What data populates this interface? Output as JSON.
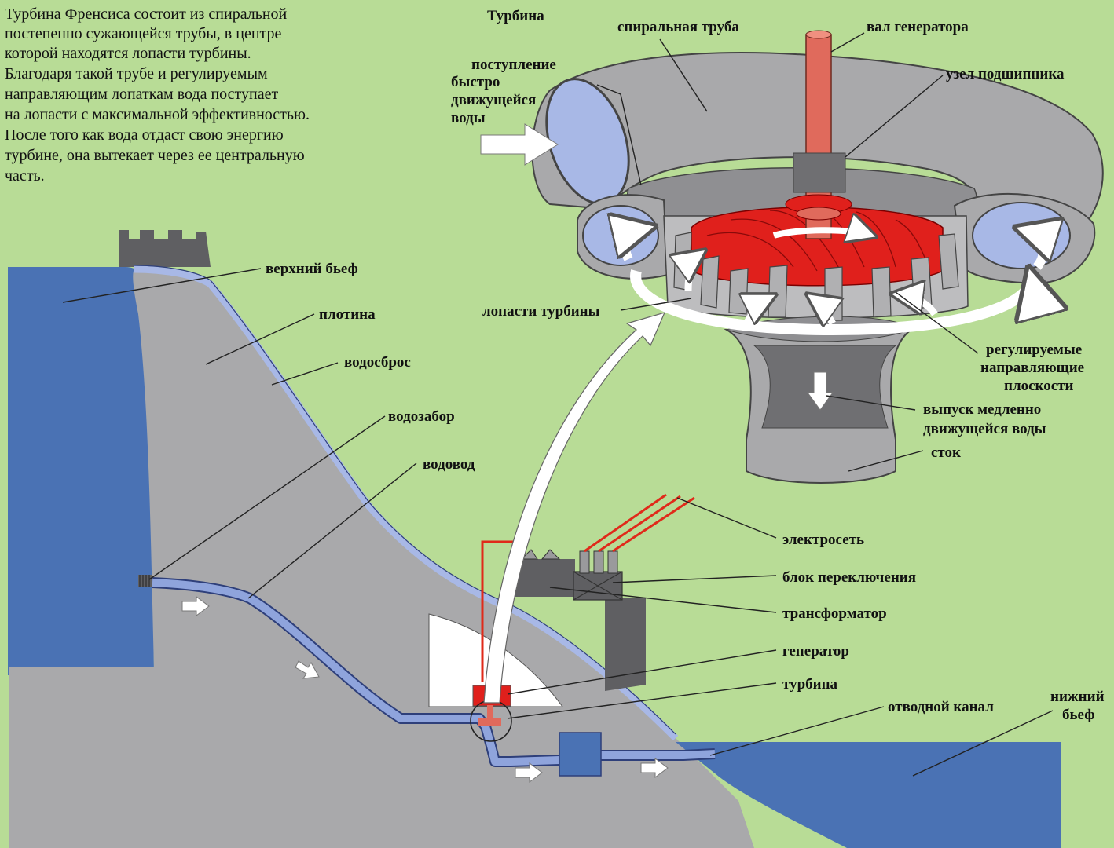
{
  "intro_lines": [
    "Турбина Френсиса состоит из спиральной",
    "постепенно сужающейся трубы, в центре",
    "которой находятся лопасти турбины.",
    "Благодаря такой трубе и регулируемым",
    "направляющим лопаткам вода поступает",
    "на лопасти с максимальной эффективностью.",
    "После того как вода отдаст свою энергию",
    "турбине, она вытекает через ее центральную",
    "часть."
  ],
  "turbine_inset": {
    "title": "Турбина",
    "labels": {
      "spiral_pipe": "спиральная труба",
      "generator_shaft": "вал генератора",
      "inflow_lines": [
        "поступление",
        "быстро",
        "движущейся",
        "воды"
      ],
      "bearing": "узел подшипника",
      "blades": "лопасти турбины",
      "guide_vanes_lines": [
        "регулируемые",
        "направляющие",
        "плоскости"
      ],
      "outflow_lines": [
        "выпуск медленно",
        "движущейся воды"
      ],
      "drain": "сток"
    }
  },
  "dam_labels": {
    "upper_pool": "верхний бьеф",
    "dam": "плотина",
    "spillway": "водосброс",
    "intake": "водозабор",
    "penstock": "водовод",
    "grid": "электросеть",
    "switch_block": "блок переключения",
    "transformer": "трансформатор",
    "generator": "генератор",
    "turbine": "турбина",
    "tailrace": "отводной канал",
    "lower_pool_lines": [
      "нижний",
      "бьеф"
    ]
  },
  "colors": {
    "background": "#b8dc96",
    "water": "#4a72b4",
    "dam": "#a9a9ab",
    "pipe_interior": "#a8b8e6",
    "runner": "#e0201c",
    "shaft": "#e06a5c",
    "power_line": "#e02a1a"
  }
}
